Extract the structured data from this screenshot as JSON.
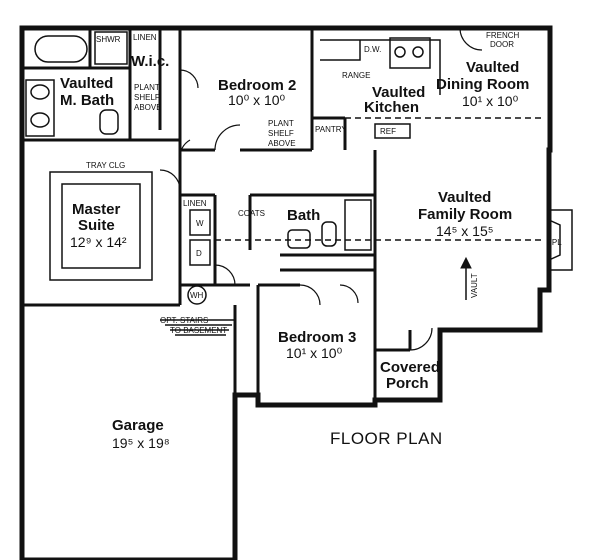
{
  "plan": {
    "title": "FLOOR PLAN",
    "rooms": {
      "master_bath": {
        "line1": "Vaulted",
        "line2": "M. Bath"
      },
      "wic": "W.i.c.",
      "linen_top": "LINEN",
      "shwr": "SHWR",
      "plant_shelf_1": {
        "line1": "PLANT",
        "line2": "SHELF",
        "line3": "ABOVE"
      },
      "bedroom2": {
        "name": "Bedroom 2",
        "dims": "10⁰ x 10⁰"
      },
      "plant_shelf_2": {
        "line1": "PLANT",
        "line2": "SHELF",
        "line3": "ABOVE"
      },
      "dw": "D.W.",
      "range": "RANGE",
      "kitchen": {
        "line1": "Vaulted",
        "line2": "Kitchen"
      },
      "pantry": "PANTRY",
      "ref": "REF",
      "french_door": {
        "line1": "FRENCH",
        "line2": "DOOR"
      },
      "dining": {
        "line1": "Vaulted",
        "line2": "Dining Room",
        "dims": "10¹ x 10⁰"
      },
      "tray_clg": "TRAY CLG",
      "master_suite": {
        "line1": "Master",
        "line2": "Suite",
        "dims": "12⁹ x 14²"
      },
      "linen_mid": "LINEN",
      "coats": "COATS",
      "bath": "Bath",
      "w": "W",
      "d": "D",
      "wh": "WH",
      "family": {
        "line1": "Vaulted",
        "line2": "Family Room",
        "dims": "14⁵ x 15⁵"
      },
      "fpl": "FPL",
      "vault": "VAULT",
      "stairs": {
        "line1": "OPT. STAIRS",
        "line2": "TO BASEMENT"
      },
      "bedroom3": {
        "name": "Bedroom 3",
        "dims": "10¹ x 10⁰"
      },
      "porch": {
        "line1": "Covered",
        "line2": "Porch"
      },
      "garage": {
        "name": "Garage",
        "dims": "19⁵ x 19⁸"
      }
    }
  }
}
